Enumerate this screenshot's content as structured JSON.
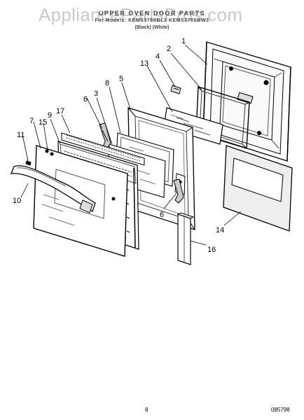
{
  "watermark": "AppliancePartsPros.com",
  "header": {
    "title": "UPPER OVEN DOOR PARTS",
    "models": "For Models: KEMS378SBL3 KEMS378SBW3",
    "colors": "(Black)   (White)"
  },
  "callouts": [
    "1",
    "2",
    "3",
    "4",
    "5",
    "6",
    "6",
    "7",
    "8",
    "9",
    "10",
    "11",
    "13",
    "14",
    "15",
    "16",
    "17"
  ],
  "footer": {
    "page_number": "8",
    "diagram_code": "085798"
  }
}
